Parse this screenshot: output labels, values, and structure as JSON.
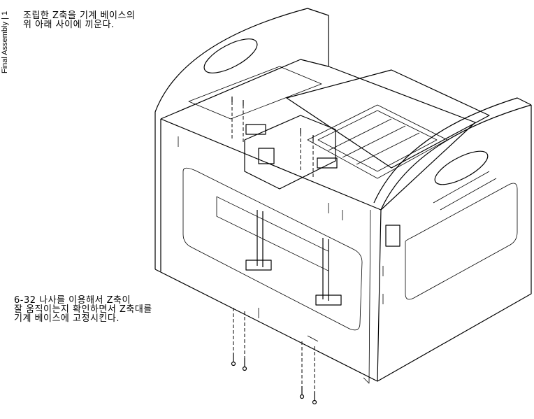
{
  "section_label": "Final Assembly | 1",
  "notes": [
    "조립한 Z축을 기계 베이스의\n위 아래 사이에 끼운다.",
    "6-32 나사를 이용해서 Z축이\n잘 움직이는지 확인하면서 Z축대를\n기계 베이스에 고정시킨다."
  ]
}
